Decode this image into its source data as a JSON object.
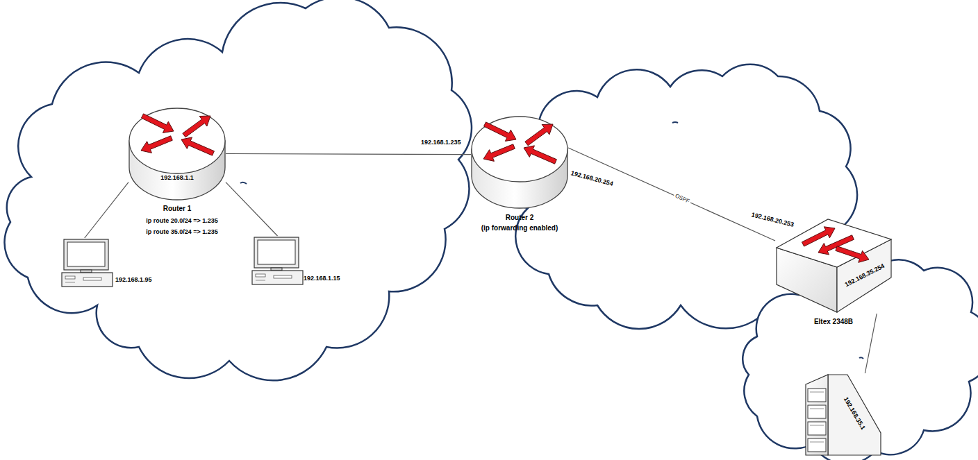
{
  "diagram": {
    "nodes": [
      {
        "text": [
          "192.168.1.1",
          "Router 1",
          "ip route 20.0/24 => 1.235",
          "ip route 35.0/24 => 1.235"
        ]
      },
      {
        "text": [
          "192.168.1.95"
        ]
      },
      {
        "text": [
          "192.168.1.15"
        ]
      },
      {
        "text": [
          "Router 2",
          "(ip forwarding enabled)"
        ]
      },
      {
        "text": [
          "192.168.35.254",
          "Eltex 2348B"
        ]
      },
      {
        "text": [
          "192.168.35.1"
        ]
      }
    ],
    "edges": [
      {
        "from": 0,
        "to": 1,
        "arrow": "none"
      },
      {
        "from": 0,
        "to": 2,
        "arrow": "none"
      },
      {
        "from": 0,
        "to": 3,
        "arrow": "none"
      },
      {
        "from": 3,
        "to": 4,
        "label": "OSPF",
        "arrow": "none"
      },
      {
        "from": 4,
        "to": 5,
        "arrow": "none"
      }
    ],
    "labels": [
      "192.168.1.235",
      "192.168.20.254",
      "192.168.20.253"
    ]
  }
}
